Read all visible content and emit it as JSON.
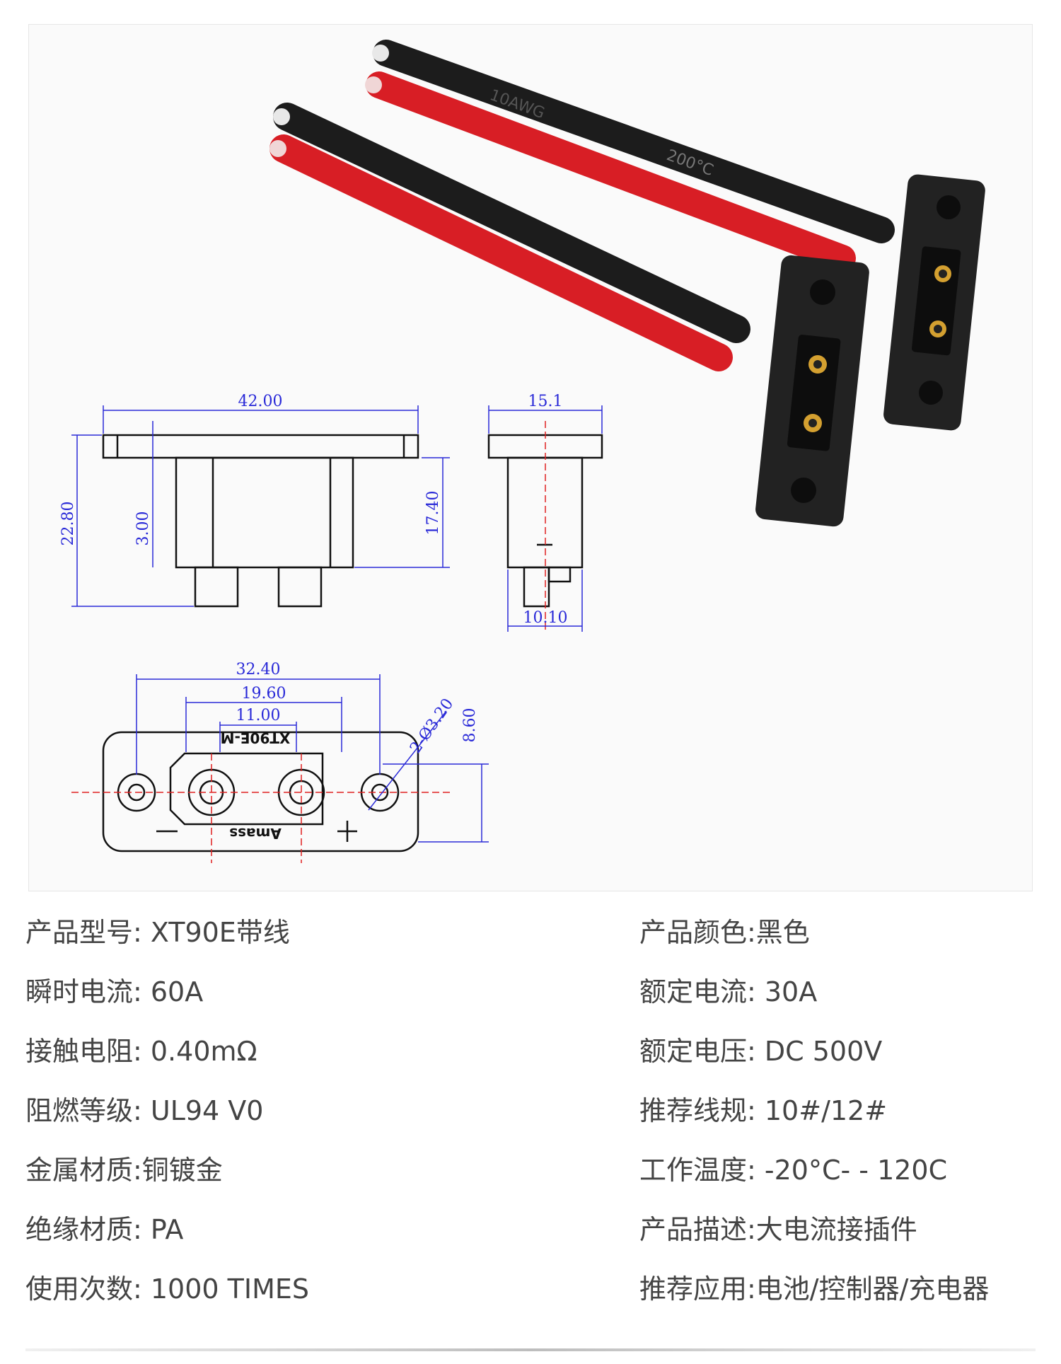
{
  "product_photo": {
    "description_icon": "xt90e-connector-pair-with-wires-photo",
    "wire_prints": [
      "10AWG",
      "200°C"
    ]
  },
  "drawing_front": {
    "width": "42.00",
    "height_total": "22.80",
    "flange": "3.00",
    "body": "17.40"
  },
  "drawing_side": {
    "top_width": "15.1",
    "bottom_width": "10.10"
  },
  "drawing_bottom": {
    "hole_spacing": "32.40",
    "housing_width": "19.60",
    "pin_spacing": "11.00",
    "hole_dia": "2-Ø3.20",
    "height": "8.60",
    "model_text": "XT90E-M",
    "brand_text": "Amass",
    "minus": "−",
    "plus": "+"
  },
  "specs_left": [
    "产品型号: XT90E带线",
    "瞬时电流: 60A",
    "接触电阻: 0.40mΩ",
    "阻燃等级: UL94 V0",
    "金属材质:铜镀金",
    "绝缘材质: PA",
    "使用次数: 1000 TIMES"
  ],
  "specs_right": [
    "产品颜色:黑色",
    "额定电流: 30A",
    "额定电压: DC 500V",
    "推荐线规: 10#/12#",
    "工作温度: -20°C- - 120C",
    "产品描述:大电流接插件",
    "推荐应用:电池/控制器/充电器"
  ],
  "colors": {
    "wire_red": "#d81e25",
    "wire_black": "#1c1c1c",
    "dimension_blue": "#2a2ad8",
    "centerline_red": "#e02020"
  }
}
